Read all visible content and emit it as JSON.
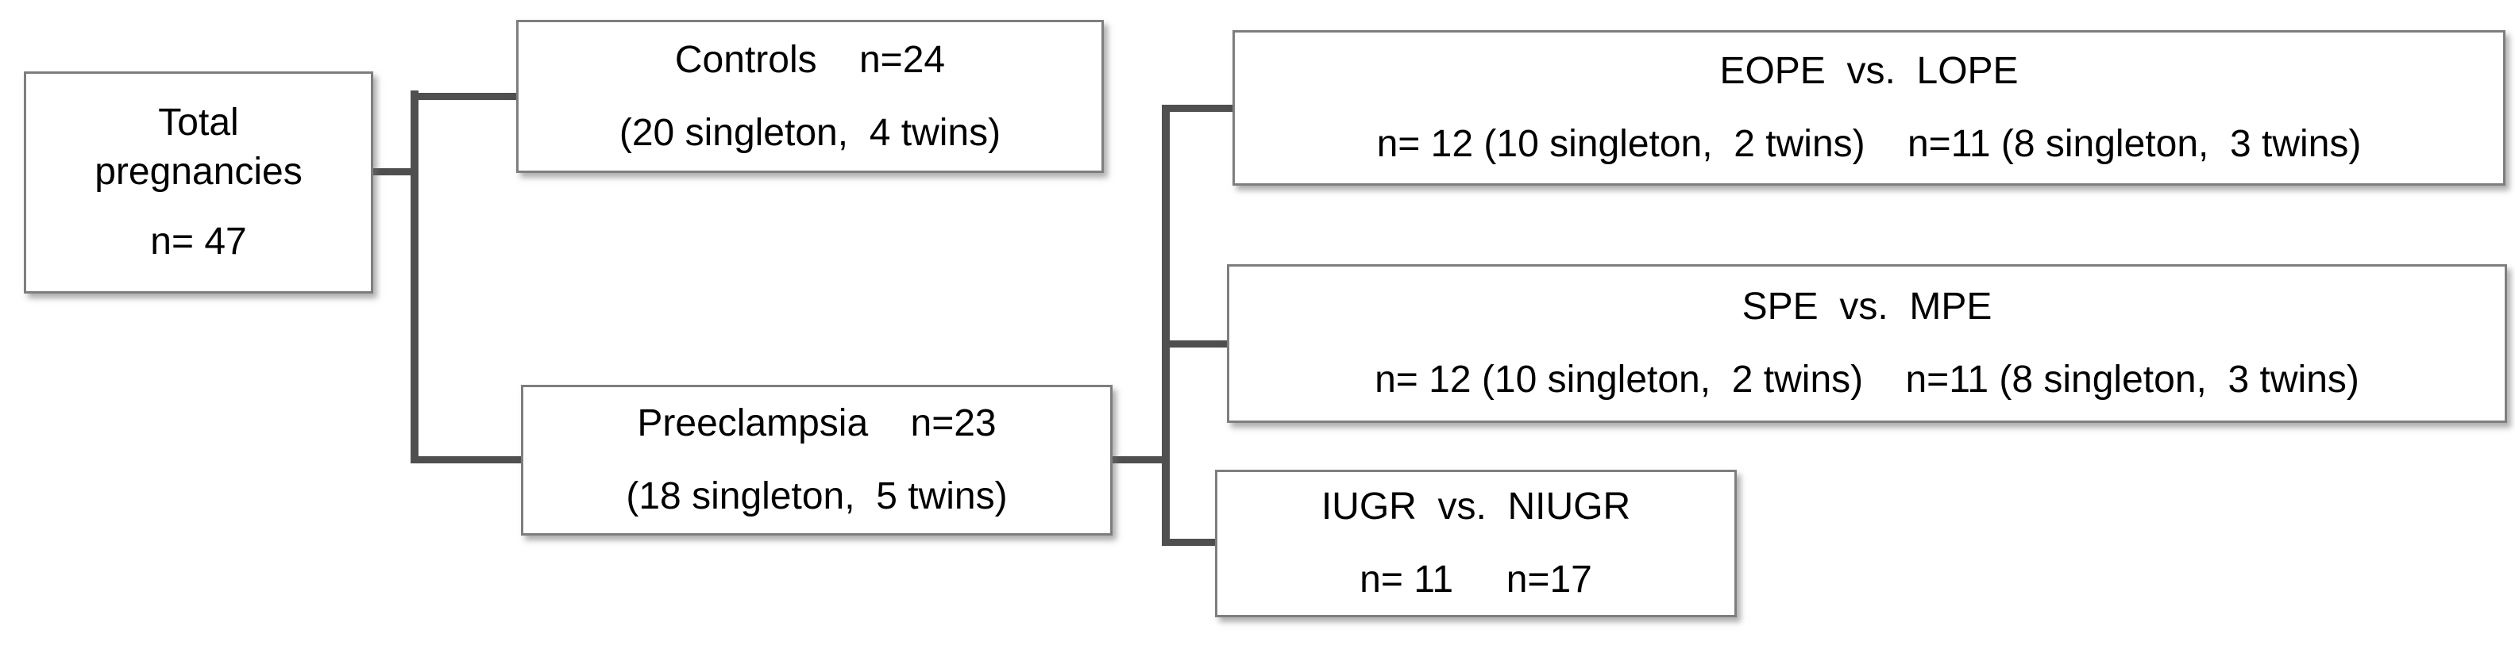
{
  "diagram": {
    "type": "flowchart",
    "nodes": {
      "total": {
        "line1": "Total",
        "line2": "pregnancies",
        "line3": "n= 47"
      },
      "controls": {
        "line1": "Controls    n=24",
        "line2": "(20 singleton,  4 twins)"
      },
      "preeclampsia": {
        "line1": "Preeclampsia    n=23",
        "line2": "(18 singleton,  5 twins)"
      },
      "eope_lope": {
        "line1": "EOPE  vs.  LOPE",
        "line2": "n= 12 (10 singleton,  2 twins)    n=11 (8 singleton,  3 twins)"
      },
      "spe_mpe": {
        "line1": "SPE  vs.  MPE",
        "line2": "n= 12 (10 singleton,  2 twins)    n=11 (8 singleton,  3 twins)"
      },
      "iugr_niugr": {
        "line1": "IUGR  vs.  NIUGR",
        "line2": "n= 11     n=17"
      }
    },
    "colors": {
      "box_border": "#7e7e7e",
      "connector": "#4f4f4f",
      "text": "#000000",
      "background": "#ffffff"
    }
  }
}
